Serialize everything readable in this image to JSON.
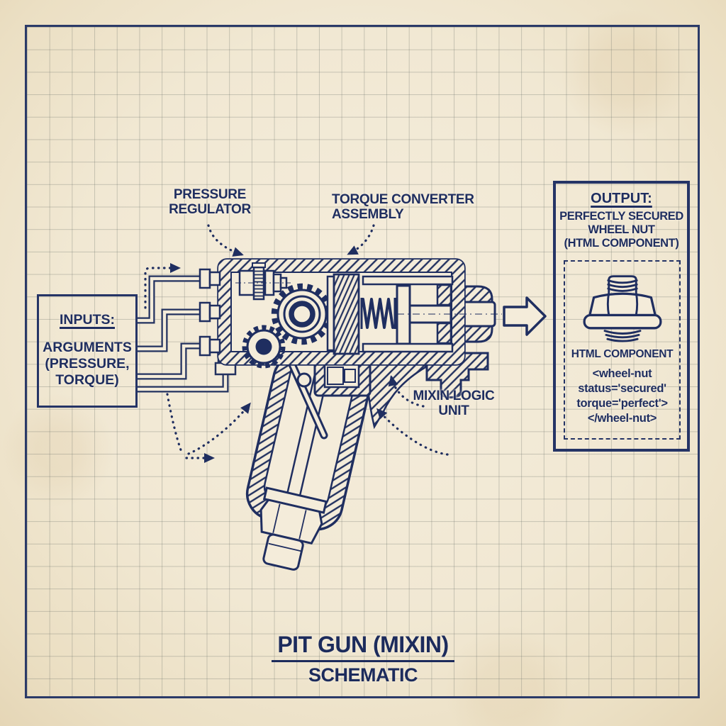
{
  "title_block": {
    "title": "PIT GUN (MIXIN)",
    "subtitle": "SCHEMATIC"
  },
  "labels": {
    "pressure_regulator": {
      "lines": [
        "PRESSURE",
        "REGULATOR"
      ]
    },
    "torque_converter": {
      "lines": [
        "TORQUE CONVERTER",
        "ASSEMBLY"
      ]
    },
    "mixin_logic": {
      "lines": [
        "MIXIN LOGIC",
        "UNIT"
      ]
    }
  },
  "inputs_box": {
    "heading": "INPUTS:",
    "body_lines": [
      "ARGUMENTS",
      "(PRESSURE,",
      "TORQUE)"
    ]
  },
  "output_box": {
    "heading": "OUTPUT:",
    "sub_lines": [
      "PERFECTLY SECURED",
      "WHEEL NUT",
      "(HTML COMPONENT)"
    ],
    "component_label": "HTML COMPONENT",
    "code_lines": [
      "<wheel-nut",
      "status='secured'",
      "torque='perfect'>",
      "</wheel-nut>"
    ]
  },
  "icons": {
    "wheel_nut": "wheel-nut-icon",
    "flow_arrow": "flow-arrow-icon"
  },
  "colors": {
    "ink": "#1f2e60",
    "paper": "#f2e9d6",
    "grid_line": "#606862",
    "frame": "#2b3a68"
  }
}
